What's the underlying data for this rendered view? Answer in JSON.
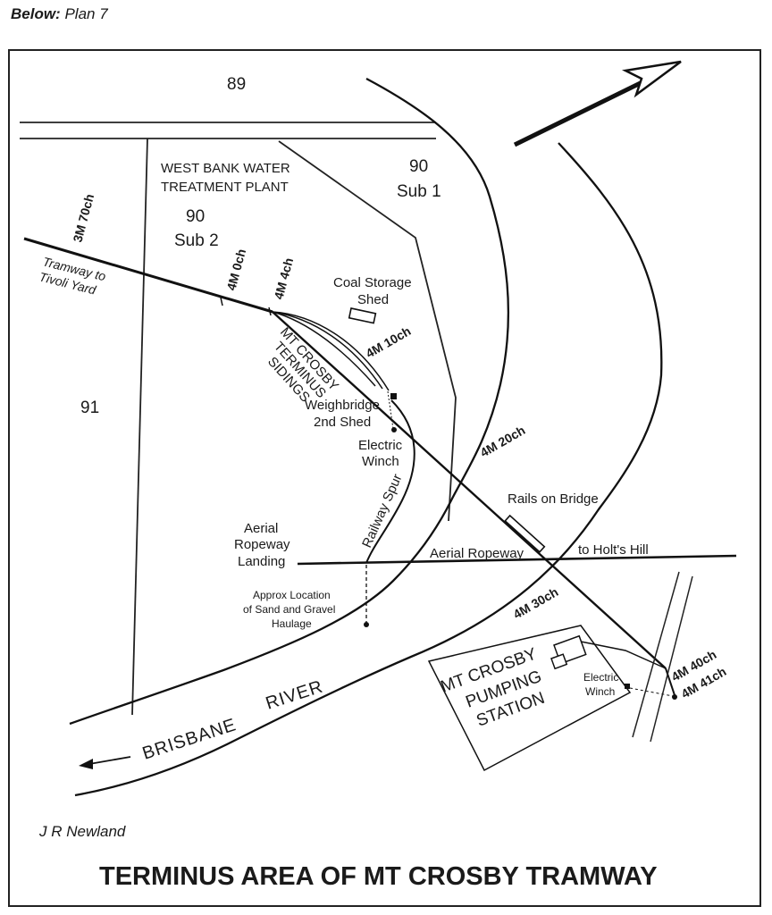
{
  "caption": {
    "lead": "Below:",
    "plan": "Plan 7"
  },
  "map": {
    "title": "TERMINUS AREA OF MT CROSBY TRAMWAY",
    "credit": "J R Newland",
    "portions": {
      "p89": "89",
      "p90a": "90",
      "sub1": "Sub 1",
      "p90b": "90",
      "sub2": "Sub 2",
      "p91": "91"
    },
    "plant": {
      "line1": "WEST BANK WATER",
      "line2": "TREATMENT PLANT"
    },
    "tramway": {
      "line1": "Tramway to",
      "line2": "Tivoli Yard"
    },
    "chainages": {
      "c370": "3M 70ch",
      "c40": "4M 0ch",
      "c44": "4M 4ch",
      "c410": "4M 10ch",
      "c420": "4M 20ch",
      "c430": "4M 30ch",
      "c440": "4M 40ch",
      "c441": "4M 41ch"
    },
    "coal": {
      "line1": "Coal Storage",
      "line2": "Shed"
    },
    "sidings": {
      "line1": "MT CROSBY",
      "line2": "TERMINUS",
      "line3": "SIDINGS"
    },
    "weighbridge": {
      "line1": "Weighbridge",
      "line2": "2nd Shed"
    },
    "winch1": {
      "line1": "Electric",
      "line2": "Winch"
    },
    "spur": "Railway  Spur",
    "landing": {
      "line1": "Aerial",
      "line2": "Ropeway",
      "line3": "Landing"
    },
    "ropeway": "Aerial Ropeway",
    "holts": "to Holt's Hill",
    "bridge": "Rails on Bridge",
    "haulage": {
      "line1": "Approx Location",
      "line2": "of Sand and Gravel",
      "line3": "Haulage"
    },
    "pumping": {
      "line1": "MT CROSBY",
      "line2": "PUMPING",
      "line3": "STATION"
    },
    "winch2": {
      "line1": "Electric",
      "line2": "Winch"
    },
    "river": {
      "w1": "BRISBANE",
      "w2": "RIVER"
    }
  }
}
